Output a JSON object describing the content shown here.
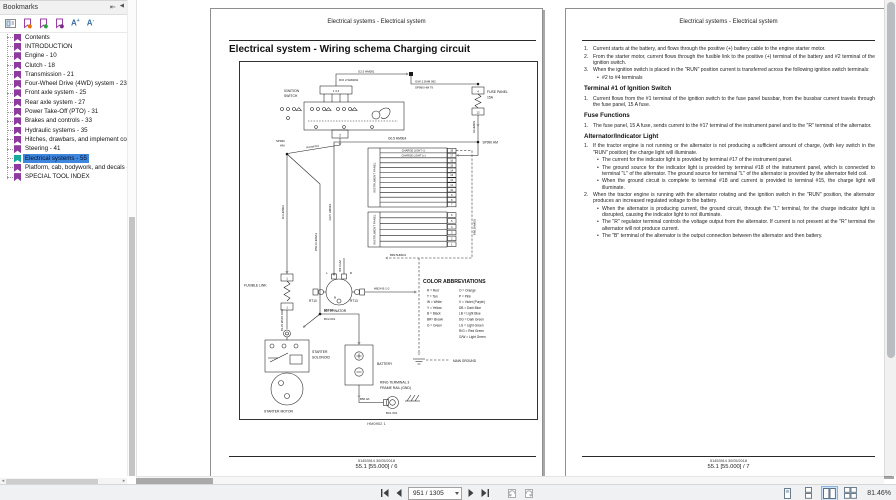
{
  "sidebar": {
    "title": "Bookmarks",
    "icons": {
      "pin": "⇤",
      "collapse": "◀",
      "left_arrow": "◂",
      "right_arrow": "▸",
      "font_increase": "A",
      "font_increase_sup": "+",
      "font_decrease": "A",
      "font_decrease_sup": "-"
    },
    "items": [
      {
        "label": "Contents",
        "selected": false
      },
      {
        "label": "INTRODUCTION",
        "selected": false
      },
      {
        "label": "Engine - 10",
        "selected": false
      },
      {
        "label": "Clutch - 18",
        "selected": false
      },
      {
        "label": "Transmission - 21",
        "selected": false
      },
      {
        "label": "Four-Wheel Drive (4WD) system - 23",
        "selected": false
      },
      {
        "label": "Front axle system - 25",
        "selected": false
      },
      {
        "label": "Rear axle system - 27",
        "selected": false
      },
      {
        "label": "Power Take-Off (PTO) - 31",
        "selected": false
      },
      {
        "label": "Brakes and controls - 33",
        "selected": false
      },
      {
        "label": "Hydraulic systems - 35",
        "selected": false
      },
      {
        "label": "Hitches, drawbars, and implement cou",
        "selected": false
      },
      {
        "label": "Steering - 41",
        "selected": false
      },
      {
        "label": "Electrical systems - 55",
        "selected": true
      },
      {
        "label": "Platform, cab, bodywork, and decals -",
        "selected": false
      },
      {
        "label": "SPECIAL TOOL INDEX",
        "selected": false
      }
    ]
  },
  "statusbar": {
    "page_field": "951 / 1305",
    "zoom": "81.46%"
  },
  "left_page": {
    "header": "Electrical systems - Electrical system",
    "title": "Electrical system - Wiring schema Charging circuit",
    "caption": "HM0902  1",
    "footer_code": "51453914 30/05/2018",
    "footer_page": "55.1 [55.000] / 6",
    "diagram": {
      "ignition_1": "IGNITION",
      "ignition_2": "SWITCH",
      "ign_pins": "1   3   4",
      "ign_conn2": "2",
      "w_ro": "R/O 2.5HM091",
      "w_g25": "G2.5 HM081",
      "w_gw": "G/W 2.5HM 092",
      "sp990_79": "SP990 HM 79",
      "fuse_t_top": "4",
      "fuse_t_bot": "12",
      "fuse_panel_1": "FUSE PANEL",
      "fuse_panel_2": "15A",
      "w_g1": "G1HM081",
      "sp990_right": "SP990 HM",
      "w_g05_h": "G0.5 HM0E4",
      "w_g05_v": "G0.5 HM0E4",
      "charge_minus": "CHARGE LIGHT (-)",
      "charge_plus": "CHARGE LIGHT (+)",
      "instrument_panel_1": "INSTRUMENT PANEL",
      "instrument_panel_2": "INSTRUMENT PANEL",
      "ip1_terminals": [
        "18",
        "17",
        "16",
        "15",
        "14",
        "13",
        "12",
        "11",
        "10",
        "9",
        "8",
        "7"
      ],
      "ip2_terminals": [
        "6",
        "5",
        "4",
        "3",
        "2",
        "1"
      ],
      "w_br_v": "BR0.5HM001",
      "w_br_h": "BR0.5HM001",
      "main_ground": "MAIN GROUND",
      "sp990_left_1": "SP990",
      "sp990_left_2": "HM",
      "w_r4a": "R4HM 0A1",
      "w_r4": "R4 HM00A",
      "w_r50": "R50.0 HM0A3",
      "w_b40": "B/4.0 HM",
      "fusible_link": "FUSIBLE LINK",
      "fl_t1": "1",
      "fl_t2": "1",
      "w_b125": "B1.25 MSP2 F001",
      "w_b50_bc2_1": "B50.0A",
      "w_b50_bc2_2": "BC2.001",
      "starter_sol_1": "STARTER",
      "starter_sol_2": "SOLONOID",
      "starter_motor": "STARTER MOTOR",
      "alt_l": "L",
      "alt_r": "R",
      "alt_b": "B",
      "rt10": "RT10",
      "rt13": "RT13",
      "alternator": "ALTERNATOR",
      "w_hb24": "HB24 B  1.0",
      "battery": "BATTERY",
      "ring_terminal_1": "RING TERMINAL 3",
      "ring_terminal_2": "FRAME RAIL  (GND)",
      "w_b50_bot": "B50.0A",
      "bc1": "BC1.001",
      "color_abbr": {
        "title": "COLOR ABBREVIATIONS",
        "col1": [
          "R  = Red",
          "T  = Tan",
          "W = White",
          "Y  = Yellow",
          "B  = Black",
          "BR= Brown",
          "G  = Green"
        ],
        "col2": [
          "O  = Orange",
          "P  = Pink",
          "V  = Violet (Purple)",
          "DB = Dark Blue",
          "LB = Light Blue",
          "DG = Dark Green",
          "LG = Light Green",
          "R/G = Red Green",
          "G/W = Light Green"
        ]
      }
    }
  },
  "right_page": {
    "header": "Electrical systems - Electrical system",
    "bullet_char": "•",
    "intro": [
      {
        "n": "1.",
        "t": "Current starts at the battery, and flows through the positive (+) battery cable to the engine starter motor."
      },
      {
        "n": "2.",
        "t": "From the starter motor, current flows through the fusible link to the positive (+) terminal of the battery and #2 terminal of the ignition switch."
      },
      {
        "n": "3.",
        "t": "When the ignition switch is placed in the \"RUN\" position current is transferred across the following ignition switch terminals:"
      }
    ],
    "intro_bullet": "#2 to #4 terminals",
    "s1_title": "Terminal #1 of Ignition Switch",
    "s1_item": {
      "n": "1.",
      "t": "Current flows from the #1 terminal of the ignition switch to the fuse panel bussbar, from the bussbar current travels through the fuse panel, 15 A fuse."
    },
    "s2_title": "Fuse Functions",
    "s2_item": {
      "n": "1.",
      "t": "The fuse panel, 15 A fuse, sends current to the #17 terminal of the instrument panel and to the \"R\" terminal of the alternator."
    },
    "s3_title": "Alternator/Indicator Light",
    "s3_item1": {
      "n": "1.",
      "t": "If the tractor engine is not running or the alternator is not producing a sufficient amount of charge, (with key switch in the \"RUN\" position) the charge light will illuminate."
    },
    "s3_item1_bullets": [
      "The current for the indicator light is provided by terminal #17 of the instrument panel.",
      "The ground source for the indicator light is provided by terminal #18 of the instrument panel, which is connected to terminal \"L\" of the alternator.  The ground source for terminal \"L\" of the alternator is provided by the alternator field coil.",
      "When the ground circuit is complete to terminal #18 and current is provided to terminal #15, the charge light will illuminate."
    ],
    "s3_item2": {
      "n": "2.",
      "t": "When the tractor engine is running with the alternator rotating and the ignition switch in the \"RUN\" position, the alternator produces an increased regulated voltage to the battery."
    },
    "s3_item2_bullets": [
      "When the alternator is producing current, the ground circuit, through the \"L\" terminal, for the charge indicator light is disrupted, causing the indicator light to not illuminate.",
      "The \"R\" regulator terminal controls the voltage output from the alternator.  If current is not present at the \"R\" terminal the alternator will not produce current.",
      "The \"B\" terminal of the alternator is the output connection between the alternator and then battery."
    ],
    "footer_code": "51453914 30/05/2018",
    "footer_page": "55.1 [55.000] / 7"
  }
}
